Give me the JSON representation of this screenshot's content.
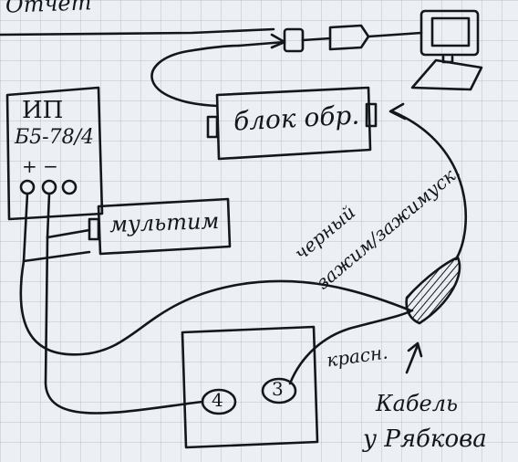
{
  "header": {
    "text": "Отчет"
  },
  "diagram": {
    "power_supply": {
      "name": "ИП",
      "model": "Б5-78/4",
      "terminals": "+ −"
    },
    "processing_unit": {
      "label": "блок обр."
    },
    "multimeter": {
      "label": "мультим"
    },
    "clip": {
      "label_line1": "черный",
      "label_line2": "зажим/зажимуск."
    },
    "red_wire": {
      "label": "красн."
    },
    "sample": {
      "contact_left": "4",
      "contact_right": "3"
    },
    "cable_note": {
      "line1": "Кабель",
      "line2": "у Рябкова"
    }
  },
  "style": {
    "paper": "#eceff3",
    "grid": "#b9c3cf",
    "ink": "#15161a"
  }
}
